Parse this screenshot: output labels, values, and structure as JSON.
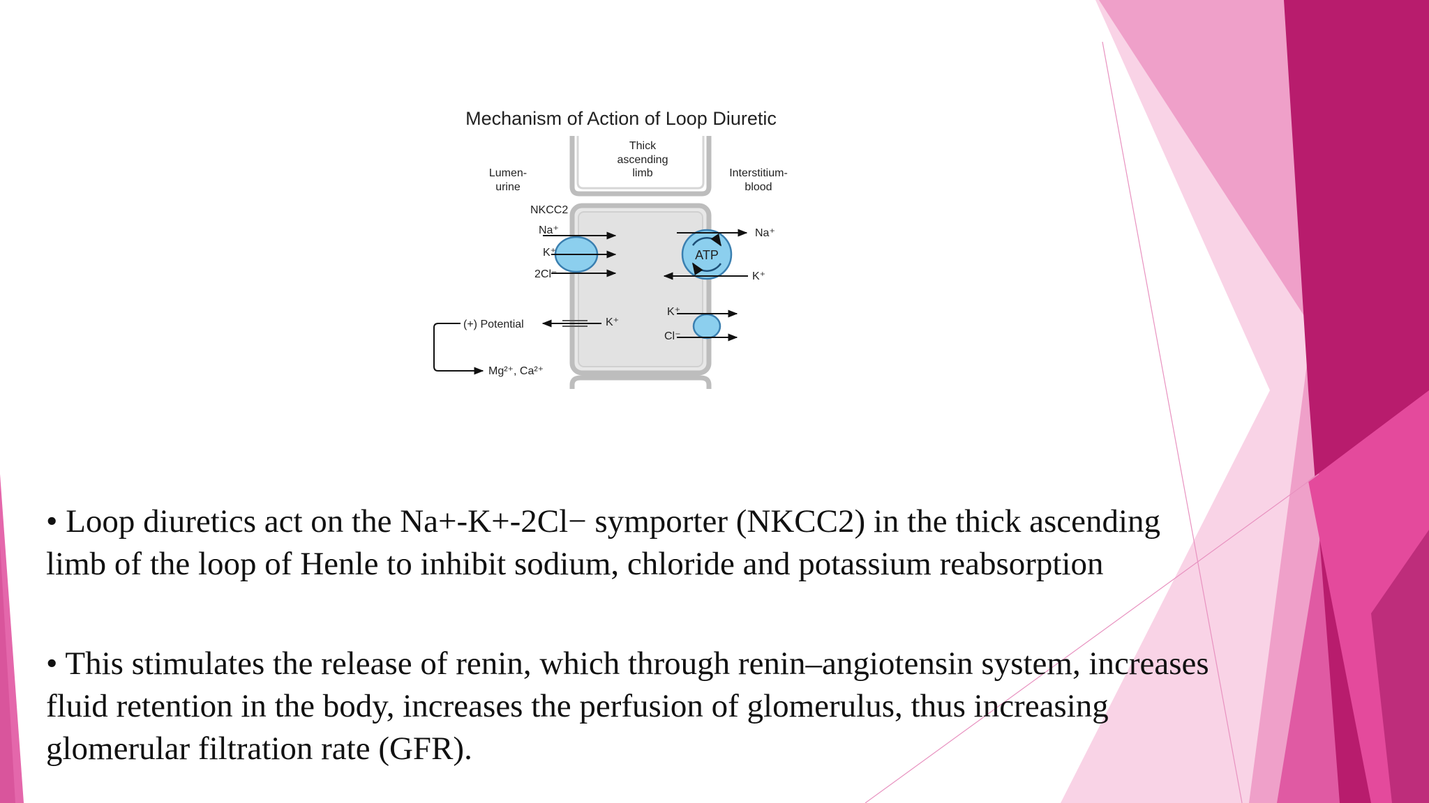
{
  "diagram": {
    "title": "Mechanism of Action of Loop Diuretic",
    "limb_label_lines": [
      "Thick",
      "ascending",
      "limb"
    ],
    "lumen_label_lines": [
      "Lumen-",
      "urine"
    ],
    "interstitium_label_lines": [
      "Interstitium-",
      "blood"
    ],
    "nkcc2_label": "NKCC2",
    "ion_na": "Na⁺",
    "ion_k": "K⁺",
    "ion_2cl": "2Cl⁻",
    "pump_label": "ATP",
    "pump_na": "Na⁺",
    "pump_k": "K⁺",
    "channel_k": "K⁺",
    "cotransport_k": "K⁺",
    "cotransport_cl": "Cl⁻",
    "potential_label": "(+) Potential",
    "divalent_label": "Mg²⁺, Ca²⁺"
  },
  "bullets": [
    " • Loop diuretics act on the Na+-K+-2Cl− symporter (NKCC2) in the thick ascending limb of the loop of Henle to inhibit sodium, chloride and potassium reabsorption",
    " • This stimulates the release of renin, which through renin–angiotensin system, increases fluid retention in the body, increases the perfusion of glomerulus, thus increasing glomerular filtration rate (GFR)."
  ],
  "colors": {
    "accent_dark": "#b81c6d",
    "accent_mid": "#e05aa3",
    "accent_light": "#f4b4d5",
    "transporter_fill": "#8ccfee",
    "transporter_stroke": "#3a7fb0"
  }
}
